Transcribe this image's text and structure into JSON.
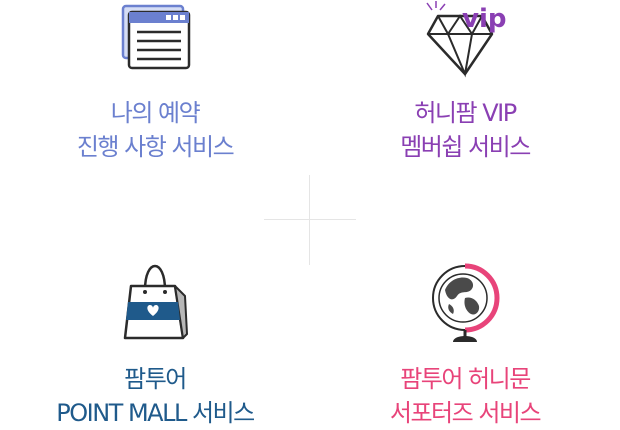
{
  "colors": {
    "reservation": "#6b80cf",
    "vip": "#8a3fb3",
    "pointmall": "#1f5a8b",
    "supporters": "#e8447a"
  },
  "services": [
    {
      "icon": "browser-window-icon",
      "line1": "나의 예약",
      "line2": "진행 사항 서비스"
    },
    {
      "icon": "diamond-vip-icon",
      "badge": "vip",
      "line1": "허니팜 VIP",
      "line2": "멤버쉽 서비스"
    },
    {
      "icon": "shopping-bag-icon",
      "line1": "팜투어",
      "line2": "POINT MALL 서비스"
    },
    {
      "icon": "globe-icon",
      "line1": "팜투어 허니문",
      "line2": "서포터즈 서비스"
    }
  ]
}
